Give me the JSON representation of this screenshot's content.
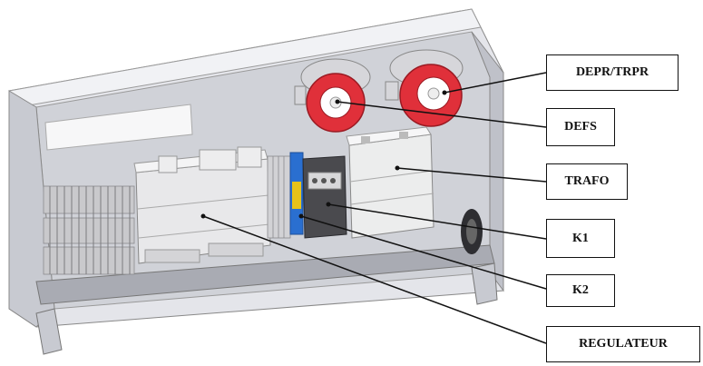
{
  "labels": {
    "depr_trpr": "DEPR/TRPR",
    "defs": "DEFS",
    "trafo": "TRAFO",
    "k1": "K1",
    "k2": "K2",
    "regulateur": "REGULATEUR"
  },
  "colors": {
    "cabinet": "#dcdde2",
    "cabinet_shade": "#b8bac2",
    "component": "#e8e8ea",
    "terminal": "#c9c9cc",
    "pump_red": "#e0303a",
    "relay_dark": "#4a4a4e",
    "relay_blue": "#2a6fd0",
    "line": "#111111"
  }
}
